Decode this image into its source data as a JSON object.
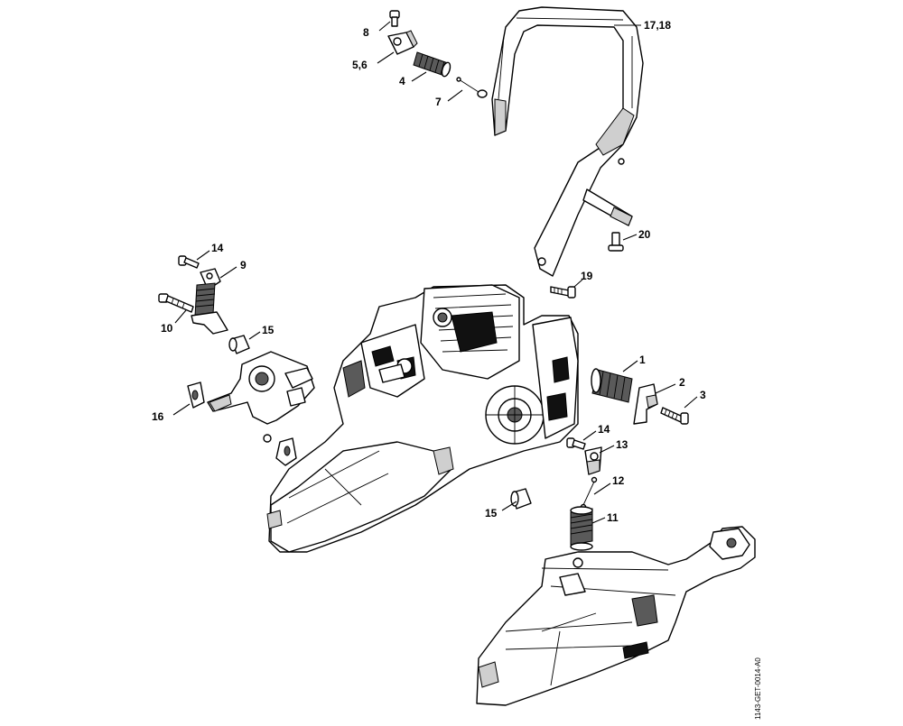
{
  "labels": {
    "l1": "1",
    "l2": "2",
    "l3": "3",
    "l4": "4",
    "l5_6": "5,6",
    "l7": "7",
    "l8": "8",
    "l9": "9",
    "l10": "10",
    "l11": "11",
    "l12": "12",
    "l13": "13",
    "l14_top": "14",
    "l14_mid": "14",
    "l15_top": "15",
    "l15_bottom": "15",
    "l16": "16",
    "l17_18": "17,18",
    "l19": "19",
    "l20": "20"
  },
  "document_ref": "1143-GET-0014-A0"
}
